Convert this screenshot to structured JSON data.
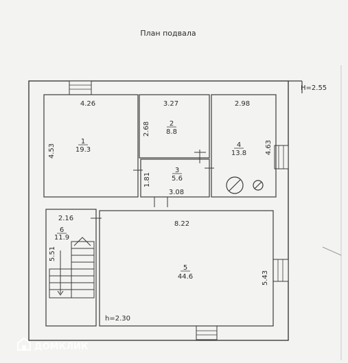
{
  "plan": {
    "title": "План подвала",
    "height_total": "H=2.55",
    "height_clear": "h=2.30"
  },
  "rooms": [
    {
      "id": "1",
      "area": "19.3",
      "width": "4.26",
      "depth": "4.53"
    },
    {
      "id": "2",
      "area": "8.8",
      "width": "3.27",
      "depth": "2.68"
    },
    {
      "id": "3",
      "area": "5.6",
      "width": "3.08",
      "depth": "1.81"
    },
    {
      "id": "4",
      "area": "13.8",
      "width": "2.98",
      "depth": "4.63"
    },
    {
      "id": "5",
      "area": "44.6",
      "width": "8.22",
      "depth": "5.43"
    },
    {
      "id": "6",
      "area": "11.9",
      "width": "2.16",
      "depth": "5.51"
    }
  ],
  "watermark": {
    "text": "ДОМКЛИК",
    "icon": "domclick-logo-icon"
  }
}
